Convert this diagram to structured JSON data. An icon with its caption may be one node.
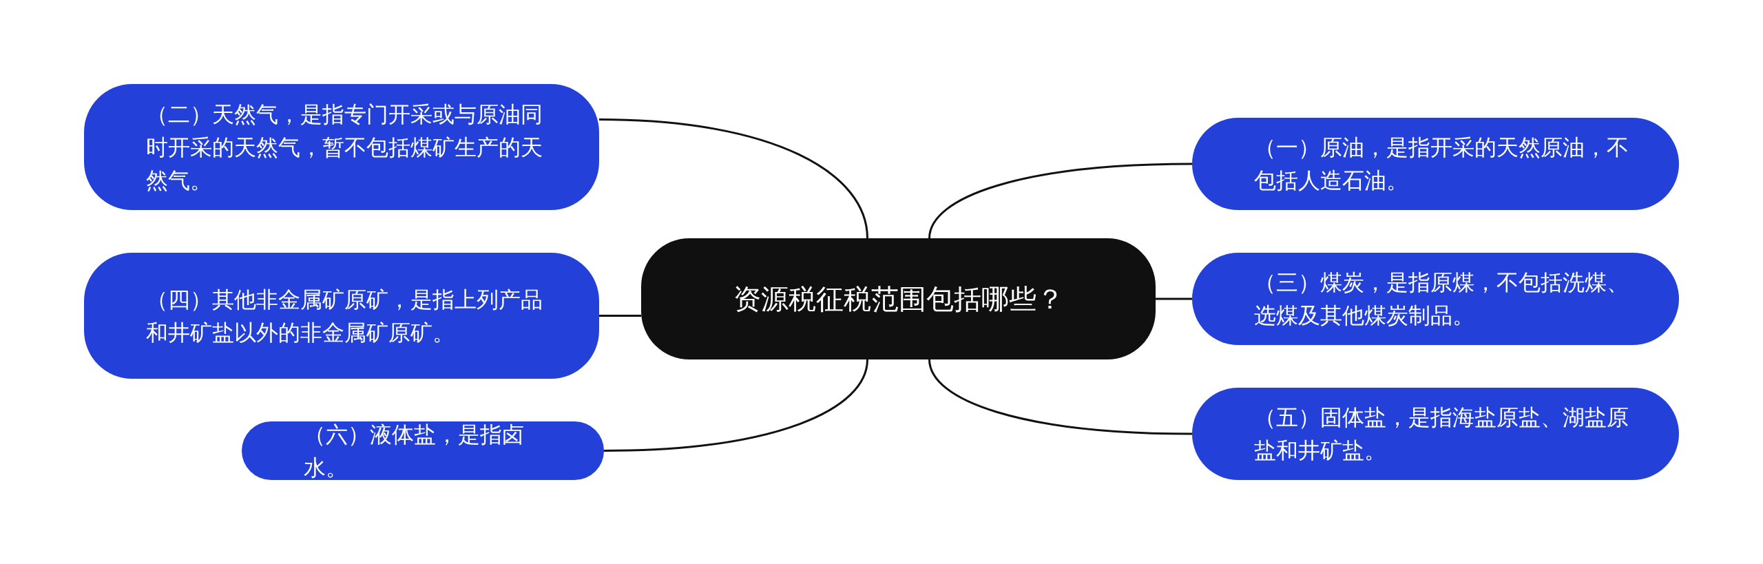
{
  "diagram": {
    "nodes": [
      {
        "text": [
          "资源税征税范围包括哪些？"
        ]
      },
      {
        "text": [
          "（二）天然气，是指专门开采或与原油同时开采的天然气，暂不包括煤矿生产的天然气。"
        ]
      },
      {
        "text": [
          "（四）其他非金属矿原矿，是指上列产品和井矿盐以外的非金属矿原矿。"
        ]
      },
      {
        "text": [
          "（六）液体盐，是指卤水。"
        ]
      },
      {
        "text": [
          "（一）原油，是指开采的天然原油，不包括人造石油。"
        ]
      },
      {
        "text": [
          "（三）煤炭，是指原煤，不包括洗煤、选煤及其他煤炭制品。"
        ]
      },
      {
        "text": [
          "（五）固体盐，是指海盐原盐、湖盐原盐和井矿盐。"
        ]
      }
    ],
    "edges": [
      {
        "from": 0,
        "to": 1,
        "arrow": "none"
      },
      {
        "from": 0,
        "to": 2,
        "arrow": "none"
      },
      {
        "from": 0,
        "to": 3,
        "arrow": "none"
      },
      {
        "from": 0,
        "to": 4,
        "arrow": "none"
      },
      {
        "from": 0,
        "to": 5,
        "arrow": "none"
      },
      {
        "from": 0,
        "to": 6,
        "arrow": "none"
      }
    ]
  }
}
